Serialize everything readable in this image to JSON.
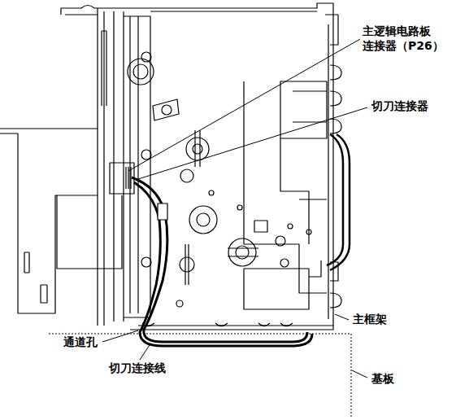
{
  "diagram": {
    "labels": [
      "主逻辑电路板 连接器（P26）",
      "切刀连接器",
      "主框架",
      "通道孔",
      "切刀连接线",
      "基板"
    ]
  }
}
